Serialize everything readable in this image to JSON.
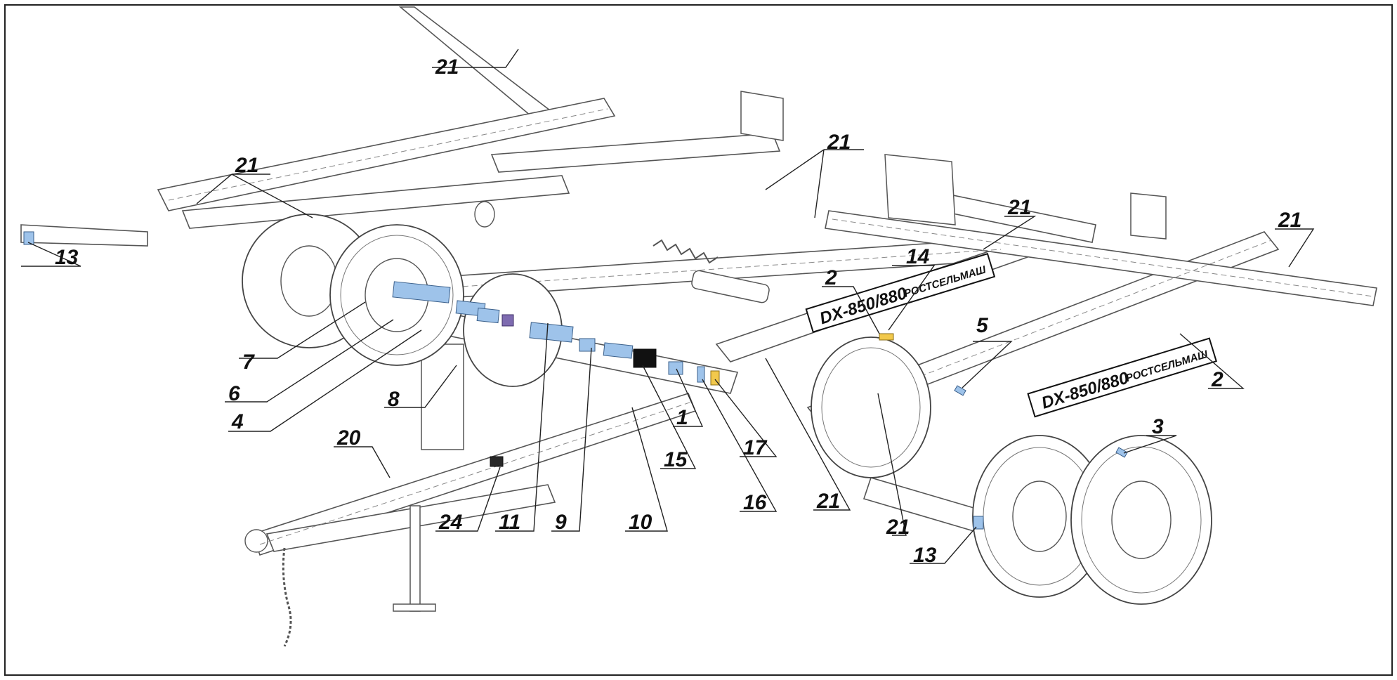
{
  "diagram": {
    "callouts": [
      {
        "id": "c1",
        "text": "21"
      },
      {
        "id": "c2",
        "text": "21"
      },
      {
        "id": "c3",
        "text": "21"
      },
      {
        "id": "c4",
        "text": "21"
      },
      {
        "id": "c5",
        "text": "21"
      },
      {
        "id": "c6",
        "text": "13"
      },
      {
        "id": "c7",
        "text": "14"
      },
      {
        "id": "c8",
        "text": "2"
      },
      {
        "id": "c9",
        "text": "5"
      },
      {
        "id": "c10",
        "text": "2"
      },
      {
        "id": "c11",
        "text": "7"
      },
      {
        "id": "c12",
        "text": "6"
      },
      {
        "id": "c13",
        "text": "8"
      },
      {
        "id": "c14",
        "text": "4"
      },
      {
        "id": "c15",
        "text": "1"
      },
      {
        "id": "c16",
        "text": "17"
      },
      {
        "id": "c17",
        "text": "20"
      },
      {
        "id": "c18",
        "text": "15"
      },
      {
        "id": "c19",
        "text": "16"
      },
      {
        "id": "c20",
        "text": "21"
      },
      {
        "id": "c21",
        "text": "3"
      },
      {
        "id": "c22",
        "text": "24"
      },
      {
        "id": "c23",
        "text": "11"
      },
      {
        "id": "c24",
        "text": "9"
      },
      {
        "id": "c25",
        "text": "10"
      },
      {
        "id": "c26",
        "text": "21"
      },
      {
        "id": "c27",
        "text": "13"
      }
    ],
    "decals": {
      "model_left": "DX-850/880",
      "brand_left": "РОСТСЕЛЬМАШ",
      "model_right": "DX-850/880",
      "brand_right": "РОСТСЕЛЬМАШ"
    },
    "colors": {
      "decal_blue": "#9ec3ea",
      "decal_purple": "#7e6bb0",
      "decal_yellow": "#f2c94c"
    }
  }
}
